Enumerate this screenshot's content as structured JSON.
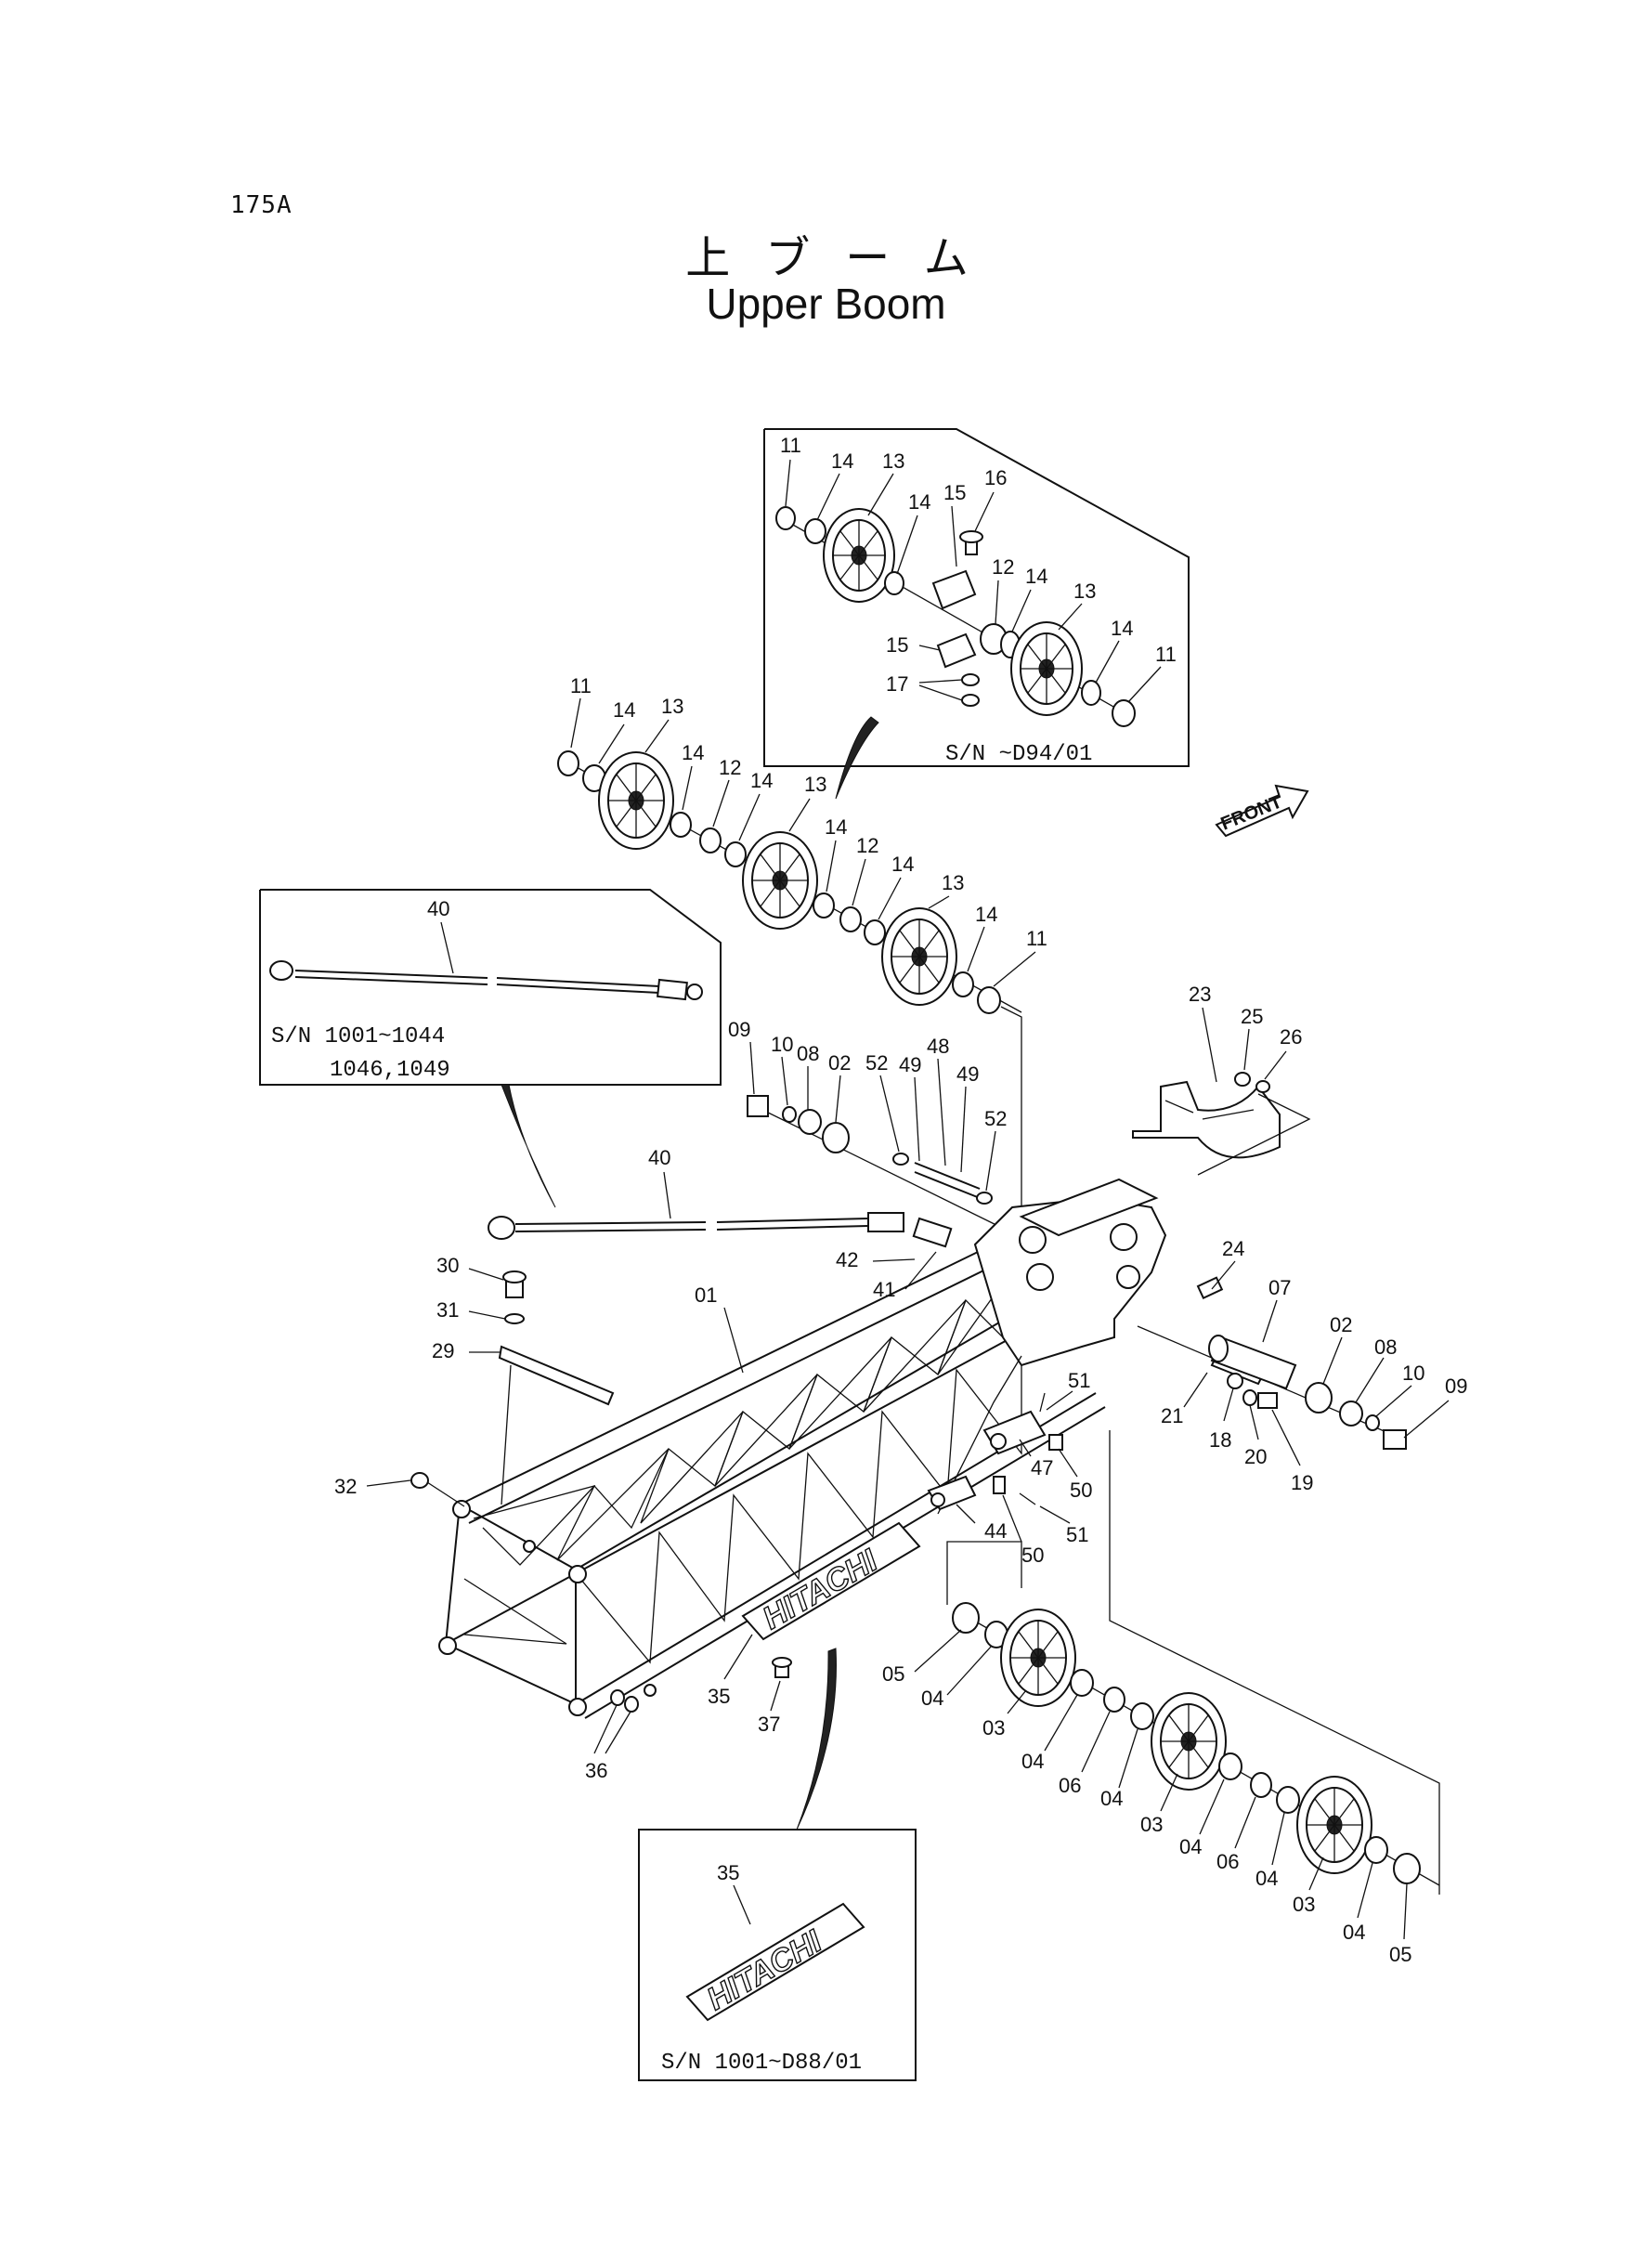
{
  "page_number": "175A",
  "title_jp": "上ブーム",
  "title_en": "Upper Boom",
  "front_label": "FRONT",
  "insets": {
    "sheave_serial": "S/N ~D94/01",
    "rod_serial_line1": "S/N 1001~1044",
    "rod_serial_line2": "1046,1049",
    "plate_serial": "S/N 1001~D88/01"
  },
  "plate_text": "HITACHI",
  "callouts": {
    "a11": "11",
    "a14": "14",
    "a13": "13",
    "a14b": "14",
    "a15": "15",
    "a16": "16",
    "a12": "12",
    "a14c": "14",
    "a13b": "13",
    "a15b": "15",
    "a17": "17",
    "a14d": "14",
    "a11b": "11",
    "b11": "11",
    "b14": "14",
    "b13": "13",
    "b14b": "14",
    "b12": "12",
    "b14c": "14",
    "b13b": "13",
    "b14d": "14",
    "b12b": "12",
    "b14e": "14",
    "b13c": "13",
    "b14f": "14",
    "b11b": "11",
    "c40": "40",
    "c40b": "40",
    "c09": "09",
    "c10": "10",
    "c08": "08",
    "c02": "02",
    "c52": "52",
    "c49": "49",
    "c48": "48",
    "c49b": "49",
    "c52b": "52",
    "c23": "23",
    "c25": "25",
    "c26": "26",
    "c24": "24",
    "c07": "07",
    "c02b": "02",
    "c08b": "08",
    "c10b": "10",
    "c09b": "09",
    "c21": "21",
    "c18": "18",
    "c20": "20",
    "c19": "19",
    "c42": "42",
    "c41": "41",
    "c30": "30",
    "c31": "31",
    "c29": "29",
    "c01": "01",
    "c32": "32",
    "c51": "51",
    "c47": "47",
    "c50": "50",
    "c44": "44",
    "c50b": "50",
    "c51b": "51",
    "c35": "35",
    "c37": "37",
    "c36": "36",
    "c35b": "35",
    "d05": "05",
    "d04": "04",
    "d03": "03",
    "d04b": "04",
    "d06": "06",
    "d04c": "04",
    "d03b": "03",
    "d04d": "04",
    "d06b": "06",
    "d04e": "04",
    "d03c": "03",
    "d04f": "04",
    "d05b": "05"
  }
}
